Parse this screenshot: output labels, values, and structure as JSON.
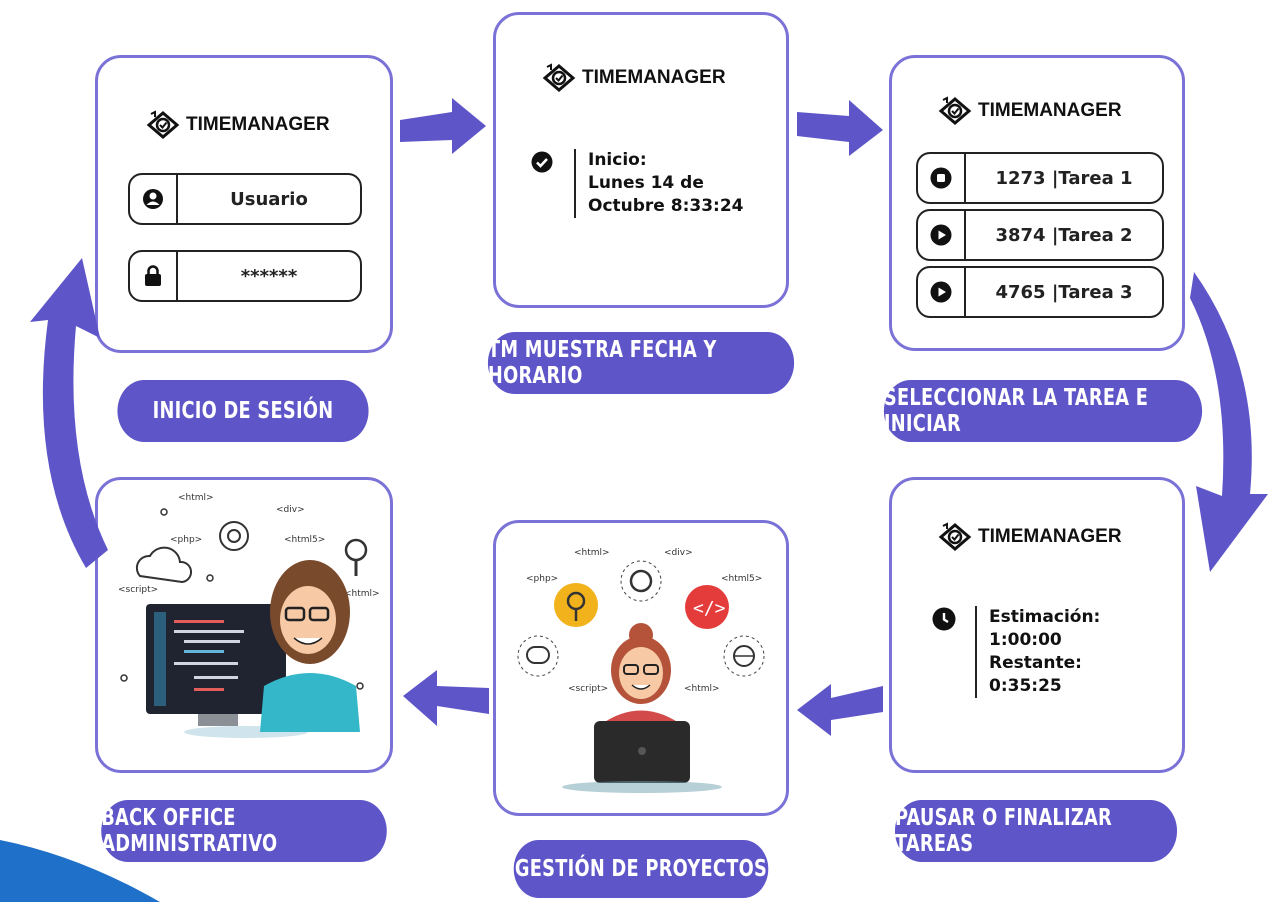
{
  "brand": {
    "name": "TIMEMANAGER",
    "accent": "#5e55c8",
    "border": "#7b72d8"
  },
  "steps": {
    "login": {
      "label": "INICIO DE SESIÓN",
      "user_field": "Usuario",
      "password_field": "******",
      "icons": [
        "user-icon",
        "lock-icon"
      ]
    },
    "date": {
      "label": "TM MUESTRA FECHA Y HORARIO",
      "line1": "Inicio:",
      "line2": "Lunes 14 de",
      "line3": "Octubre 8:33:24",
      "icon": "check-circle-icon"
    },
    "select": {
      "label": "SELECCIONAR LA TAREA E INICIAR",
      "tasks": [
        {
          "text": "1273 |Tarea 1",
          "icon": "stop-icon"
        },
        {
          "text": "3874 |Tarea 2",
          "icon": "play-icon"
        },
        {
          "text": "4765 |Tarea 3",
          "icon": "play-icon"
        }
      ]
    },
    "pause": {
      "label": "PAUSAR O FINALIZAR TAREAS",
      "line1": "Estimación:",
      "line2": "1:00:00",
      "line3": "Restante:",
      "line4": "0:35:25",
      "icon": "clock-icon"
    },
    "projects": {
      "label": "GESTIÓN DE PROYECTOS",
      "tags": [
        "<html>",
        "<div>",
        "<php>",
        "<html5>",
        "<script>",
        "<html>"
      ]
    },
    "backoffice": {
      "label": "BACK OFFICE ADMINISTRATIVO",
      "tags": [
        "<html>",
        "<div>",
        "<php>",
        "<html5>",
        "<script>",
        "<html>"
      ]
    }
  }
}
